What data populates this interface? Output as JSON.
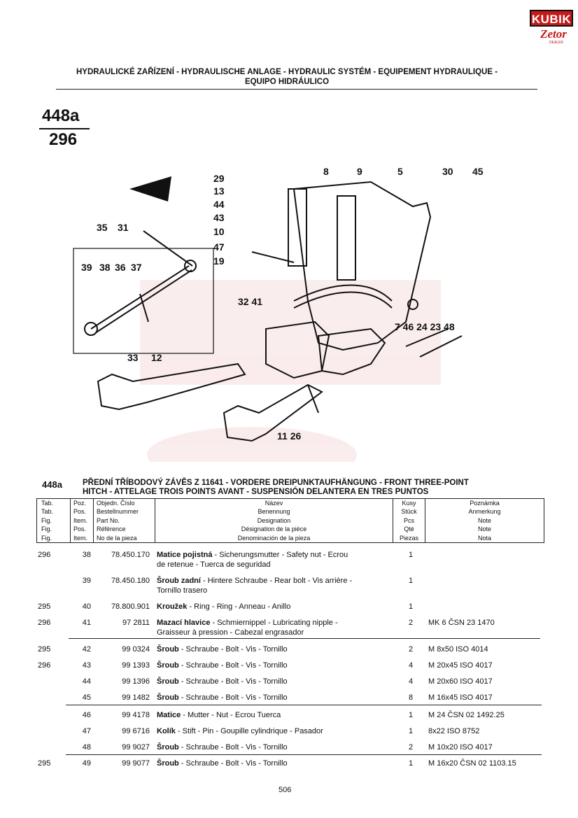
{
  "logo": {
    "brand": "KUBIK",
    "subbrand": "Zetor",
    "sub_text": "DEALER"
  },
  "header": {
    "title_line1": "HYDRAULICKÉ ZAŘÍZENÍ - HYDRAULISCHE ANLAGE - HYDRAULIC SYSTÉM - EQUIPEMENT HYDRAULIQUE -",
    "title_line2": "EQUIPO HIDRÁULICO"
  },
  "figure_numbers": {
    "top": "448a",
    "bottom": "296"
  },
  "drawing_callouts": [
    "29",
    "8",
    "9",
    "5",
    "30",
    "45",
    "13",
    "44",
    "43",
    "10",
    "47",
    "19",
    "35",
    "31",
    "39",
    "38",
    "36",
    "37",
    "32 41",
    "7 46 24 23 48",
    "33",
    "12",
    "11 26"
  ],
  "section": {
    "code": "448a",
    "title_line1": "PŘEDNÍ TŘÍBODOVÝ ZÁVĚS Z 11641 - VORDERE DREIPUNKTAUFHÄNGUNG - FRONT THREE-POINT",
    "title_line2": "HITCH - ATTELAGE TROIS POINTS AVANT - SUSPENSIÓN DELANTERA EN TRES PUNTOS"
  },
  "table_headers": {
    "tab": [
      "Tab.",
      "Tab.",
      "Fig.",
      "Fig.",
      "Fig."
    ],
    "pos": [
      "Poz.",
      "Pos.",
      "Item.",
      "Pos.",
      "Item."
    ],
    "order": [
      "Objedn. Číslo",
      "Bestellnummer",
      "Part No.",
      "Référence",
      "No de la pieza"
    ],
    "name": [
      "Název",
      "Benennung",
      "Designation",
      "Désignation de la pièce",
      "Denominación de la pieza"
    ],
    "qty": [
      "Kusy",
      "Stück",
      "Pcs",
      "Qté",
      "Piezas"
    ],
    "note": [
      "Poznámka",
      "Anmerkung",
      "Note",
      "Note",
      "Nota"
    ]
  },
  "rows": [
    {
      "tab": "296",
      "pos": "38",
      "order": "78.450.170",
      "name_bold": "Matice pojistná",
      "name_rest": " - Sicherungsmutter - Safety nut - Ecrou",
      "name_line2": "de retenue - Tuerca de seguridad",
      "qty": "1",
      "note": ""
    },
    {
      "tab": "",
      "pos": "39",
      "order": "78.450.180",
      "name_bold": "Šroub zadní",
      "name_rest": " - Hintere Schraube - Rear bolt - Vis arrière -",
      "name_line2": "Tornillo trasero",
      "qty": "1",
      "note": ""
    },
    {
      "tab": "295",
      "pos": "40",
      "order": "78.800.901",
      "name_bold": "Kroužek",
      "name_rest": " - Ring - Ring - Anneau - Anillo",
      "name_line2": "",
      "qty": "1",
      "note": ""
    },
    {
      "tab": "296",
      "pos": "41",
      "order": "97 2811",
      "name_bold": "Mazací hlavice",
      "name_rest": " - Schmiernippel - Lubricating nipple -",
      "name_line2": "Graisseur à pression - Cabezal engrasador",
      "qty": "2",
      "note": "MK 6 ČSN 23 1470"
    },
    {
      "tab": "295",
      "pos": "42",
      "order": "99 0324",
      "name_bold": "Šroub",
      "name_rest": " - Schraube - Bolt - Vis - Tornillo",
      "name_line2": "",
      "qty": "2",
      "note": "M 8x50 ISO 4014"
    },
    {
      "tab": "296",
      "pos": "43",
      "order": "99 1393",
      "name_bold": "Šroub",
      "name_rest": " - Schraube - Bolt - Vis - Tornillo",
      "name_line2": "",
      "qty": "4",
      "note": "M 20x45 ISO 4017"
    },
    {
      "tab": "",
      "pos": "44",
      "order": "99 1396",
      "name_bold": "Šroub",
      "name_rest": " - Schraube - Bolt - Vis - Tornillo",
      "name_line2": "",
      "qty": "4",
      "note": "M 20x60 ISO 4017"
    },
    {
      "tab": "",
      "pos": "45",
      "order": "99 1482",
      "name_bold": "Šroub",
      "name_rest": " - Schraube - Bolt - Vis - Tornillo",
      "name_line2": "",
      "qty": "8",
      "note": "M 16x45 ISO 4017"
    },
    {
      "tab": "",
      "pos": "46",
      "order": "99 4178",
      "name_bold": "Matice",
      "name_rest": " - Mutter - Nut - Ecrou  Tuerca",
      "name_line2": "",
      "qty": "1",
      "note": "M 24 ČSN 02 1492.25"
    },
    {
      "tab": "",
      "pos": "47",
      "order": "99 6716",
      "name_bold": "Kolík",
      "name_rest": " - Stift - Pin - Goupille cylindrique - Pasador",
      "name_line2": "",
      "qty": "1",
      "note": "8x22 ISO 8752"
    },
    {
      "tab": "",
      "pos": "48",
      "order": "99 9027",
      "name_bold": "Šroub",
      "name_rest": " - Schraube - Bolt - Vis - Tornillo",
      "name_line2": "",
      "qty": "2",
      "note": "M 10x20 ISO 4017"
    },
    {
      "tab": "295",
      "pos": "49",
      "order": "99 9077",
      "name_bold": "Šroub",
      "name_rest": " - Schraube - Bolt - Vis - Tornillo",
      "name_line2": "",
      "qty": "1",
      "note": "M 16x20 ČSN 02 1103.15"
    }
  ],
  "page_number": "506"
}
